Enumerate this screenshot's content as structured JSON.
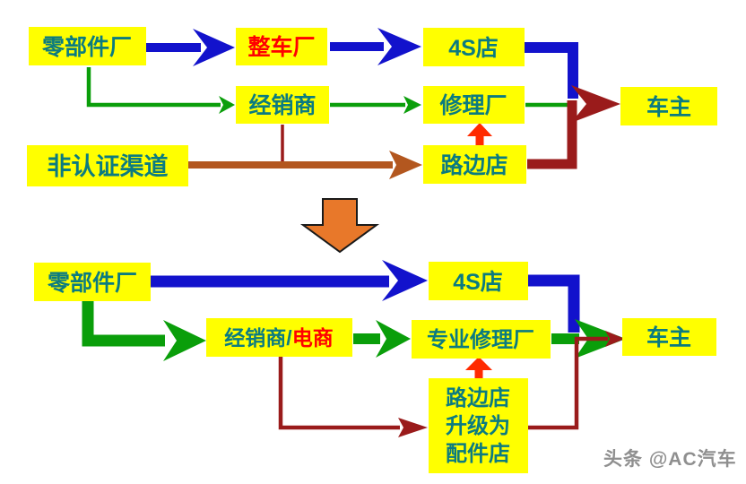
{
  "colors": {
    "box_fill": "#ffff00",
    "label_teal": "#0b7b80",
    "label_red": "#ff0000",
    "arrow_blue": "#1212cc",
    "arrow_green": "#0a9e0a",
    "arrow_dark_red": "#9a1b1b",
    "arrow_brown": "#b3571f",
    "arrow_bright_red": "#ff2b00",
    "transition_orange": "#e8782a",
    "watermark_gray": "#8f8f8f"
  },
  "flow_before": {
    "nodes": {
      "parts_factory": "零部件厂",
      "vehicle_oem": "整车厂",
      "four_s_store": "4S店",
      "dealer": "经销商",
      "repair_shop": "修理厂",
      "uncertified_channel": "非认证渠道",
      "roadside_shop": "路边店",
      "car_owner": "车主"
    }
  },
  "flow_after": {
    "nodes": {
      "parts_factory": "零部件厂",
      "four_s_store": "4S店",
      "dealer_prefix": "经销商/",
      "ecommerce": "电商",
      "professional_repair_shop": "专业修理厂",
      "car_owner": "车主",
      "roadside_upgrade_line1": "路边店",
      "roadside_upgrade_line2": "升级为",
      "roadside_upgrade_line3": "配件店"
    }
  },
  "watermark": "头条 @AC汽车"
}
